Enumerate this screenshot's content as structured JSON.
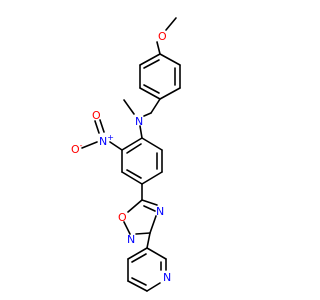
{
  "molecule": {
    "atoms": {
      "o_methoxy": {
        "label": "O",
        "color": "#ff0000"
      },
      "n_amine": {
        "label": "N",
        "color": "#0000ff"
      },
      "n_nitro": {
        "label": "N",
        "superscript": "+",
        "color": "#0000ff"
      },
      "o_nitro_top": {
        "label": "O",
        "color": "#ff0000"
      },
      "o_nitro_left": {
        "label": "O",
        "superscript": "-",
        "color": "#ff0000"
      },
      "o_oxadiazole": {
        "label": "O",
        "color": "#ff0000"
      },
      "n_oxadiazole_right": {
        "label": "N",
        "color": "#0000ff"
      },
      "n_oxadiazole_left": {
        "label": "N",
        "color": "#0000ff"
      },
      "n_pyridine": {
        "label": "N",
        "color": "#0000ff"
      }
    }
  }
}
